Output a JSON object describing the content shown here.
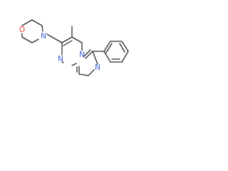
{
  "molecule": {
    "atoms": [
      {
        "id": "O",
        "symbol": "O",
        "color": "#e8432b"
      },
      {
        "id": "Nm",
        "symbol": "N",
        "color": "#3a5fd9"
      },
      {
        "id": "N2",
        "symbol": "N",
        "color": "#3a5fd9"
      },
      {
        "id": "N1",
        "symbol": "N",
        "color": "#3a5fd9"
      },
      {
        "id": "N3",
        "symbol": "N",
        "color": "#3a5fd9"
      }
    ],
    "bond_color": "#2b2b2b",
    "substituents": [
      "methyl",
      "phenyl",
      "morpholin-4-yl"
    ]
  }
}
